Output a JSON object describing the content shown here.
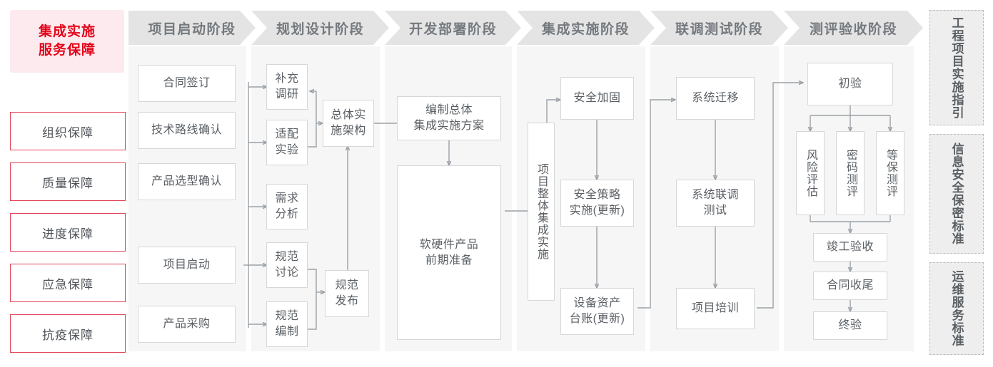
{
  "guarantee": {
    "title": "集成实施\n服务保障",
    "title_line1": "集成实施",
    "title_line2": "服务保障",
    "items": [
      {
        "label": "组织保障"
      },
      {
        "label": "质量保障"
      },
      {
        "label": "进度保障"
      },
      {
        "label": "应急保障"
      },
      {
        "label": "抗疫保障"
      }
    ]
  },
  "phases": [
    {
      "name": "项目启动阶段"
    },
    {
      "name": "规划设计阶段"
    },
    {
      "name": "开发部署阶段"
    },
    {
      "name": "集成实施阶段"
    },
    {
      "name": "联调测试阶段"
    },
    {
      "name": "测评验收阶段"
    }
  ],
  "nodes": {
    "p1": [
      {
        "label": "合同签订"
      },
      {
        "label": "技术路线确认"
      },
      {
        "label": "产品选型确认"
      },
      {
        "label": "项目启动"
      },
      {
        "label": "产品采购"
      }
    ],
    "p2": [
      {
        "label": "补充\n调研"
      },
      {
        "label": "适配\n实验"
      },
      {
        "label": "需求\n分析"
      },
      {
        "label": "规范\n讨论"
      },
      {
        "label": "规范\n编制"
      },
      {
        "label": "总体实\n施架构"
      },
      {
        "label": "规范\n发布"
      }
    ],
    "p3": [
      {
        "label": "编制总体\n集成实施方案"
      },
      {
        "label": "软硬件产品\n前期准备"
      }
    ],
    "p4": [
      {
        "label": "项目整体集成实施"
      },
      {
        "label": "安全加固"
      },
      {
        "label": "安全策略\n实施(更新)"
      },
      {
        "label": "设备资产\n台账(更新)"
      }
    ],
    "p5": [
      {
        "label": "系统迁移"
      },
      {
        "label": "系统联调\n测试"
      },
      {
        "label": "项目培训"
      }
    ],
    "p6": [
      {
        "label": "初验"
      },
      {
        "label": "风险评估"
      },
      {
        "label": "密码测评"
      },
      {
        "label": "等保测评"
      },
      {
        "label": "竣工验收"
      },
      {
        "label": "合同收尾"
      },
      {
        "label": "终验"
      }
    ]
  },
  "standards": [
    {
      "label": "工程项目实施指引"
    },
    {
      "label": "信息安全保密标准"
    },
    {
      "label": "运维服务标准"
    }
  ],
  "colors": {
    "accent_red": "#e3051b",
    "accent_red_border": "#e34258",
    "title_bg": "#fdeaee",
    "panel_bg": "#f6f6f6",
    "chevron_bg": "#e4e4e4",
    "box_border": "#d5d7d9",
    "text": "#5b6065",
    "wire": "#9aa0a6"
  }
}
